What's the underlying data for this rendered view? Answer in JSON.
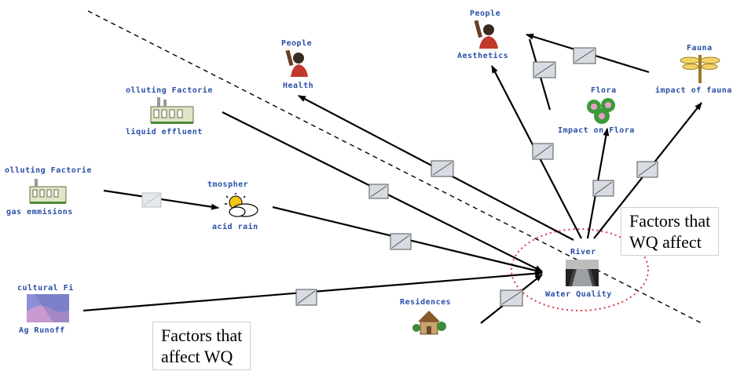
{
  "nodes": {
    "people_health": {
      "title": "People",
      "label": "Health"
    },
    "people_aesthetics": {
      "title": "People",
      "label": "Aesthetics"
    },
    "fauna": {
      "title": "Fauna",
      "label": "impact of fauna"
    },
    "flora": {
      "title": "Flora",
      "label": "Impact on Flora"
    },
    "factories_liquid": {
      "title": "olluting Factorie",
      "label": "liquid effluent"
    },
    "factories_gas": {
      "title": "olluting Factorie",
      "label": "gas emmisions"
    },
    "atmosphere": {
      "title": "tmospher",
      "label": "acid rain"
    },
    "agricultural": {
      "title": "cultural Fi",
      "label": "Ag Runoff"
    },
    "residences": {
      "title": "Residences",
      "label": ""
    },
    "river": {
      "title": "River",
      "label": "Water Quality"
    }
  },
  "boxes": {
    "right": {
      "line1": "Factors that",
      "line2": "WQ affect"
    },
    "left": {
      "line1": "Factors that",
      "line2": "affect WQ"
    }
  },
  "colors": {
    "label": "#2a4fa8",
    "arrow": "#000000",
    "circle": "#e0334a",
    "connector_fill": "#d7dce3"
  },
  "icons": [
    "person-raised-fist-icon",
    "factory-icon",
    "sun-cloud-icon",
    "field-icon",
    "house-icon",
    "river-photo-icon",
    "flower-icon",
    "dragonfly-icon"
  ]
}
